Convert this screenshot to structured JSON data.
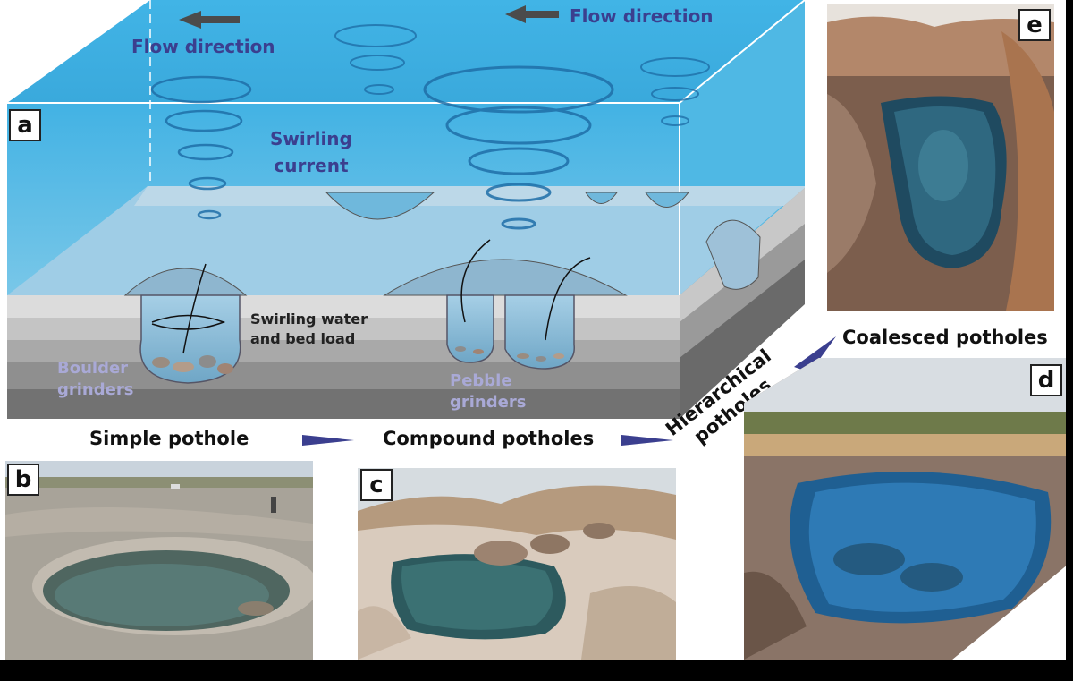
{
  "panels": {
    "a": "a",
    "b": "b",
    "c": "c",
    "d": "d",
    "e": "e"
  },
  "diagram": {
    "flow_direction_left": "Flow direction",
    "flow_direction_right": "Flow direction",
    "swirling_current_line1": "Swirling",
    "swirling_current_line2": "current",
    "swirling_water_line1": "Swirling water",
    "swirling_water_line2": "and bed load",
    "boulder_line1": "Boulder",
    "boulder_line2": "grinders",
    "pebble_line1": "Pebble",
    "pebble_line2": "grinders"
  },
  "captions": {
    "simple": "Simple pothole",
    "compound": "Compound potholes",
    "hierarchical_line1": "Hierarchical",
    "hierarchical_line2": "potholes",
    "coalesced": "Coalesced potholes"
  },
  "colors": {
    "water": "#3fb0e3",
    "bed_light": "#d7d7d7",
    "bed_dark": "#6d6d6d",
    "label_blue": "#3b3f8f",
    "grinder_label": "#a9a9d6",
    "arrow": "#3b3f8f"
  }
}
